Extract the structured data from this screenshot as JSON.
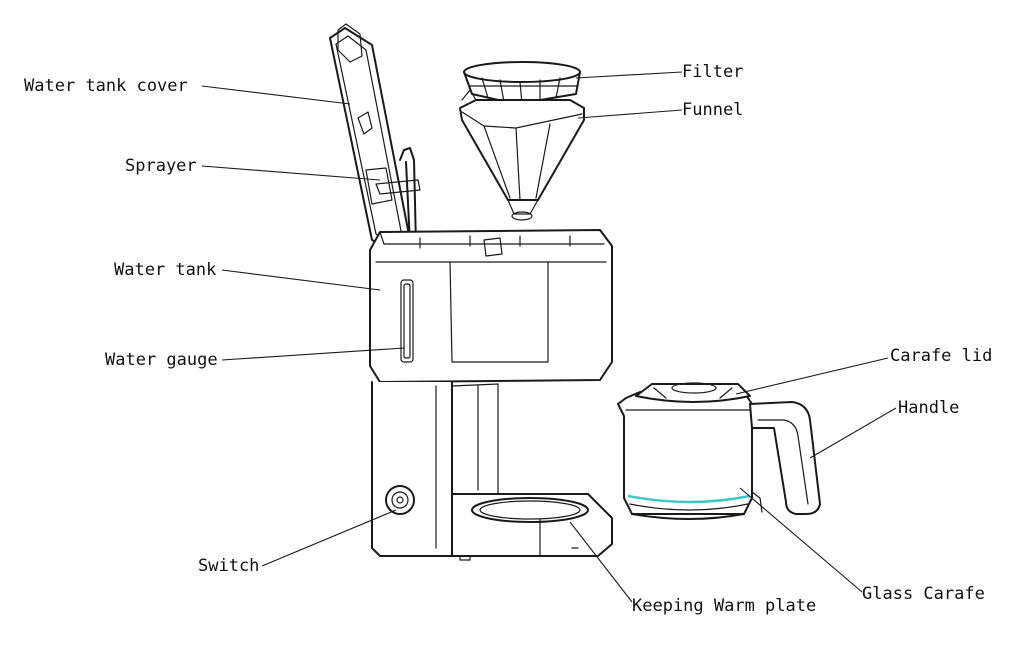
{
  "labels": {
    "water_tank_cover": "Water tank cover",
    "sprayer": "Sprayer",
    "water_tank": "Water tank",
    "water_gauge": "Water gauge",
    "switch": "Switch",
    "filter": "Filter",
    "funnel": "Funnel",
    "carafe_lid": "Carafe lid",
    "handle": "Handle",
    "glass_carafe": "Glass Carafe",
    "keeping_warm_plate": "Keeping Warm plate"
  },
  "colors": {
    "line": "#1a1a1a",
    "carafe_band": "#3fc7c7",
    "background": "#ffffff"
  }
}
